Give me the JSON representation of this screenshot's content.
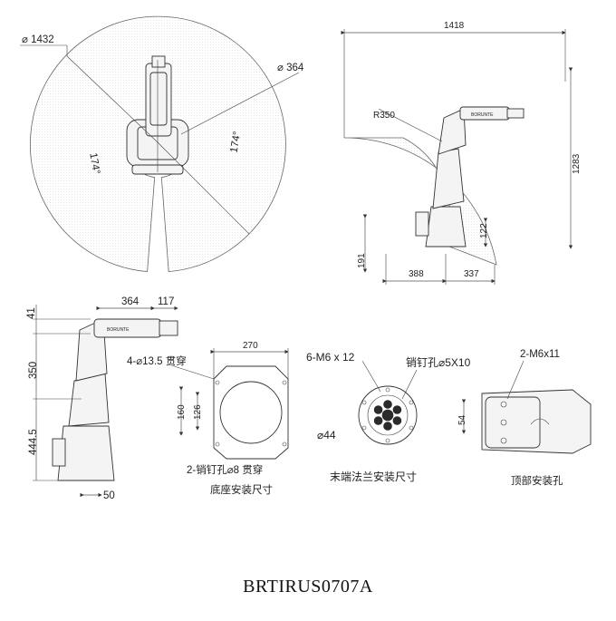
{
  "model": "BRTIRUS0707A",
  "robot_label": "BORUNTE",
  "top_view": {
    "reach_diameter": "⌀ 1432",
    "inner_diameter": "⌀ 364",
    "left_angle": "174°",
    "right_angle": "174°"
  },
  "side_view": {
    "width": "1418",
    "height": "1283",
    "inner_radius": "R350",
    "dim_191": "191",
    "dim_122": "122",
    "dim_388": "388",
    "dim_337": "337"
  },
  "front_view": {
    "dim_364": "364",
    "dim_117": "117",
    "dim_41": "41",
    "dim_350": "350",
    "dim_444_5": "444.5",
    "dim_50": "50"
  },
  "base": {
    "holes_label": "4-⌀13.5 贯穿",
    "width": "270",
    "dim_160": "160",
    "dim_126": "126",
    "pin_label": "2-销钉孔⌀8 贯穿",
    "caption": "底座安装尺寸"
  },
  "flange": {
    "screws": "6-M6 x 12",
    "pin_hole": "销钉孔⌀5X10",
    "diameter": "⌀44",
    "caption": "末端法兰安装尺寸"
  },
  "top_mount": {
    "screws": "2-M6x11",
    "dim_54": "54",
    "caption": "顶部安装孔"
  }
}
